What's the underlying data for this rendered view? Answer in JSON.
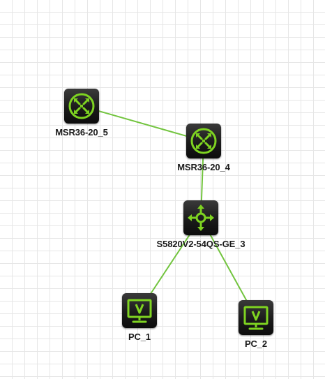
{
  "topology": {
    "accent_color": "#7ed321",
    "link_color": "#72c43e",
    "devices": [
      {
        "id": "router5",
        "label": "MSR36-20_5",
        "type": "router",
        "icon": "router-icon"
      },
      {
        "id": "router4",
        "label": "MSR36-20_4",
        "type": "router",
        "icon": "router-icon"
      },
      {
        "id": "switch3",
        "label": "S5820V2-54QS-GE_3",
        "type": "switch",
        "icon": "switch-icon"
      },
      {
        "id": "pc1",
        "label": "PC_1",
        "type": "pc",
        "icon": "monitor-icon"
      },
      {
        "id": "pc2",
        "label": "PC_2",
        "type": "pc",
        "icon": "monitor-icon"
      }
    ],
    "links": [
      {
        "from": "router5",
        "to": "router4"
      },
      {
        "from": "router4",
        "to": "switch3"
      },
      {
        "from": "switch3",
        "to": "pc1"
      },
      {
        "from": "switch3",
        "to": "pc2"
      }
    ]
  }
}
